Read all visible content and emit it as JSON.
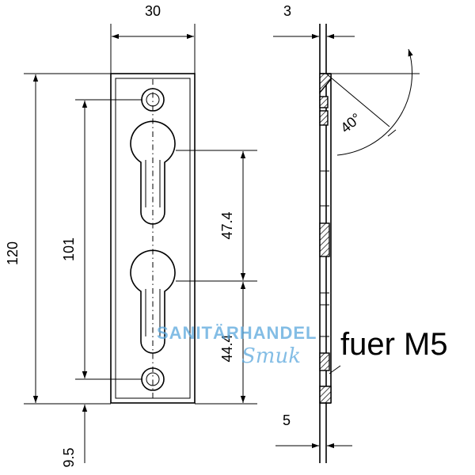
{
  "dimensions": {
    "width": "30",
    "thickness": "3",
    "total_height": "120",
    "hole_spacing": "101",
    "cylinder_spacing": "47.4",
    "lower_offset": "44.4",
    "bottom_offset": "9.5",
    "screw_head": "5",
    "angle": "40°"
  },
  "note": "fuer M5",
  "watermark": {
    "line1": "SANITÄRHANDEL",
    "line2": "Smuk"
  }
}
